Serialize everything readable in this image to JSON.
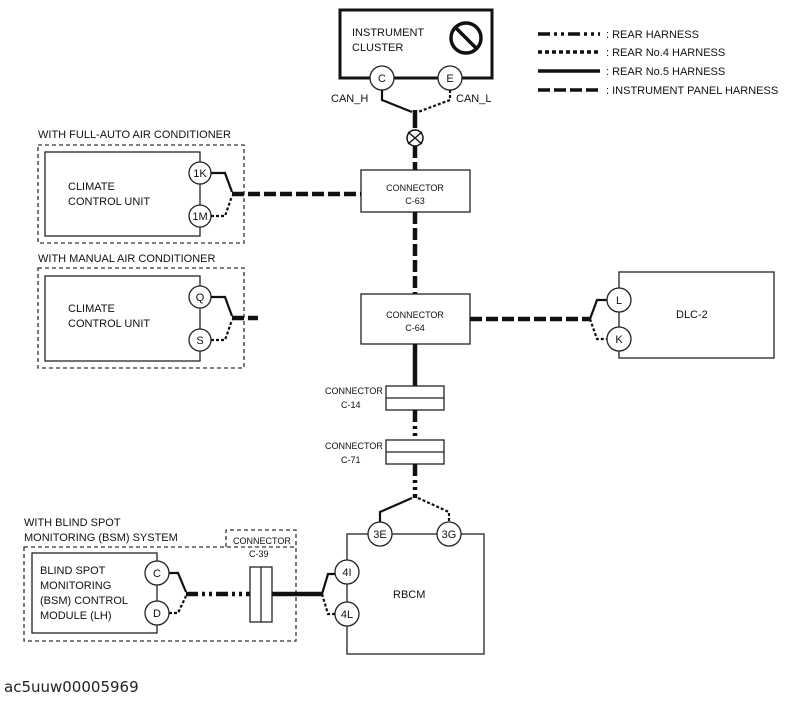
{
  "legend": {
    "rear": ": REAR HARNESS",
    "rear_no4": ": REAR No.4 HARNESS",
    "rear_no5": ": REAR No.5 HARNESS",
    "instrument_panel": ": INSTRUMENT PANEL HARNESS"
  },
  "instrument_cluster": {
    "line1": "INSTRUMENT",
    "line2": "CLUSTER",
    "pin_c": "C",
    "pin_e": "E",
    "can_h": "CAN_H",
    "can_l": "CAN_L",
    "prohibit_icon": "prohibited-icon"
  },
  "full_auto": {
    "heading": "WITH FULL-AUTO AIR CONDITIONER",
    "unit_line1": "CLIMATE",
    "unit_line2": "CONTROL UNIT",
    "pin_top": "1K",
    "pin_bottom": "1M"
  },
  "manual": {
    "heading": "WITH MANUAL AIR CONDITIONER",
    "unit_line1": "CLIMATE",
    "unit_line2": "CONTROL UNIT",
    "pin_top": "Q",
    "pin_bottom": "S"
  },
  "connector_c63": {
    "line1": "CONNECTOR",
    "line2": "C-63"
  },
  "connector_c64": {
    "line1": "CONNECTOR",
    "line2": "C-64"
  },
  "connector_c14": {
    "line1": "CONNECTOR",
    "line2": "C-14"
  },
  "connector_c71": {
    "line1": "CONNECTOR",
    "line2": "C-71"
  },
  "dlc2": {
    "label": "DLC-2",
    "pin_top": "L",
    "pin_bottom": "K"
  },
  "bsm": {
    "heading_line1": "WITH BLIND SPOT",
    "heading_line2": "MONITORING (BSM) SYSTEM",
    "module_line1": "BLIND SPOT",
    "module_line2": "MONITORING",
    "module_line3": "(BSM) CONTROL",
    "module_line4": "MODULE (LH)",
    "pin_top": "C",
    "pin_bottom": "D",
    "connector_line1": "CONNECTOR",
    "connector_line2": "C-39"
  },
  "rbcm": {
    "label": "RBCM",
    "pin_3e": "3E",
    "pin_3g": "3G",
    "pin_4i": "4I",
    "pin_4l": "4L"
  },
  "caption": "ac5uuw00005969"
}
